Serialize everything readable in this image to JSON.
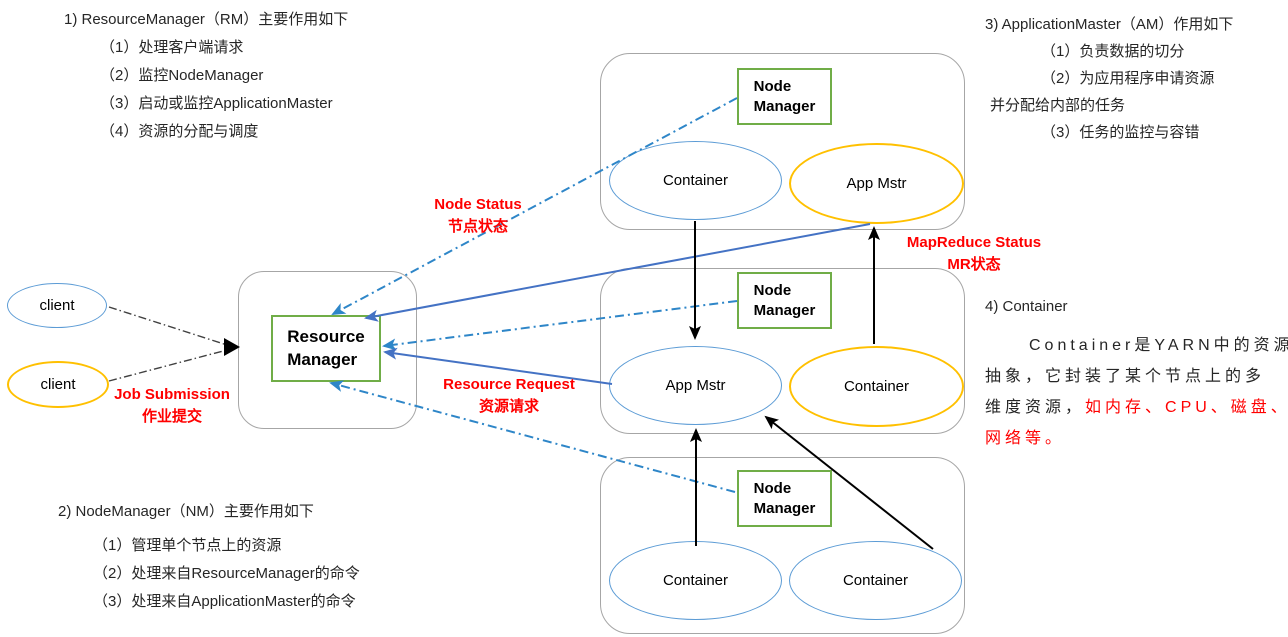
{
  "notes": {
    "rm": {
      "heading": "1) ResourceManager（RM）主要作用如下",
      "items": [
        "（1）处理客户端请求",
        "（2）监控NodeManager",
        "（3）启动或监控ApplicationMaster",
        "（4）资源的分配与调度"
      ]
    },
    "nm": {
      "heading": "2) NodeManager（NM）主要作用如下",
      "items": [
        "（1）管理单个节点上的资源",
        "（2）处理来自ResourceManager的命令",
        "（3）处理来自ApplicationMaster的命令"
      ]
    },
    "am": {
      "heading": "3) ApplicationMaster（AM）作用如下",
      "item1": "（1）负责数据的切分",
      "item2": "（2）为应用程序申请资源",
      "item2b": "并分配给内部的任务",
      "item3": "（3）任务的监控与容错"
    },
    "container": {
      "heading": "4) Container",
      "line1": "Container是YARN中的资源",
      "line2": "抽象，它封装了某个节点上的多",
      "line3_black": "维度资源，",
      "line3_red": "如内存、CPU、磁盘、",
      "line4_red": "网络等。"
    }
  },
  "diagram": {
    "resource_manager_label": "Resource\nManager",
    "node_manager_label": "Node\nManager",
    "client_label": "client",
    "container_label": "Container",
    "app_mstr_label": "App Mstr",
    "flow_labels": {
      "node_status_en": "Node Status",
      "node_status_zh": "节点状态",
      "mapreduce_status_en": "MapReduce Status",
      "mapreduce_status_zh": "MR状态",
      "resource_request_en": "Resource Request",
      "resource_request_zh": "资源请求",
      "job_submission_en": "Job Submission",
      "job_submission_zh": "作业提交"
    }
  },
  "colors": {
    "blue_shape": "#5B9BD5",
    "yellow_shape": "#FFC000",
    "green_box": "#70AD47",
    "gray_box": "#A6A6A6",
    "solid_arrow_blue": "#4472C4",
    "dashdot_arrow_blue": "#2E86C8",
    "label_red": "#FF0000"
  }
}
